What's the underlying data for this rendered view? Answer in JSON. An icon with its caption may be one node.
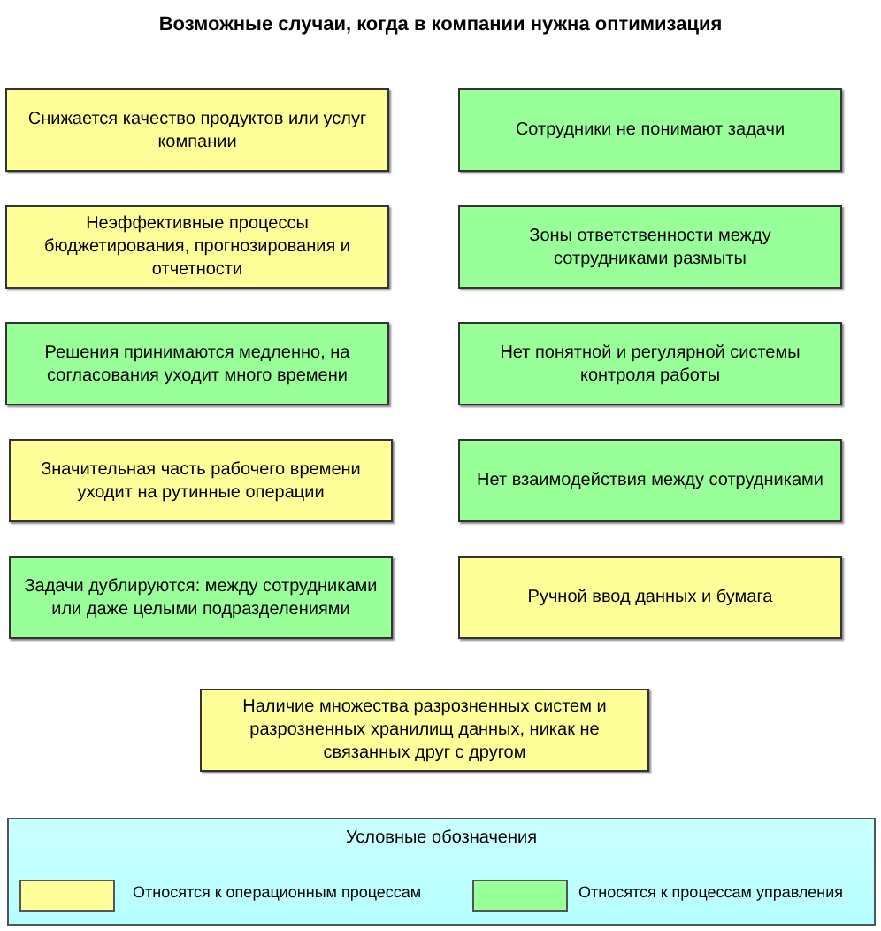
{
  "diagram": {
    "title": "Возможные случаи, когда в компании нужна оптимизация",
    "nodes": [
      {
        "text": [
          "Снижается качество продуктов или услуг компании"
        ]
      },
      {
        "text": [
          "Сотрудники не понимают задачи"
        ]
      },
      {
        "text": [
          "Неэффективные процессы бюджетирования, прогнозирования и отчетности"
        ]
      },
      {
        "text": [
          "Зоны ответственности между сотрудниками размыты"
        ]
      },
      {
        "text": [
          "Решения принимаются медленно, на согласования уходит много времени"
        ]
      },
      {
        "text": [
          "Нет понятной и регулярной системы контроля работы"
        ]
      },
      {
        "text": [
          "Значительная часть рабочего времени уходит на рутинные операции"
        ]
      },
      {
        "text": [
          "Нет взаимодействия между сотрудниками"
        ]
      },
      {
        "text": [
          "Задачи дублируются: между сотрудниками или даже целыми подразделениями"
        ]
      },
      {
        "text": [
          "Ручной ввод данных и бумага"
        ]
      },
      {
        "text": [
          "Наличие множества разрозненных систем и разрозненных хранилищ данных, никак не связанных друг с другом"
        ]
      }
    ],
    "edges": [],
    "labels": [
      "Условные обозначения"
    ],
    "legend": [
      {
        "text": "Относятся к операционным процессам",
        "color": "#ffff99"
      },
      {
        "text": "Относятся к процессам управления",
        "color": "#99ff99"
      }
    ]
  }
}
